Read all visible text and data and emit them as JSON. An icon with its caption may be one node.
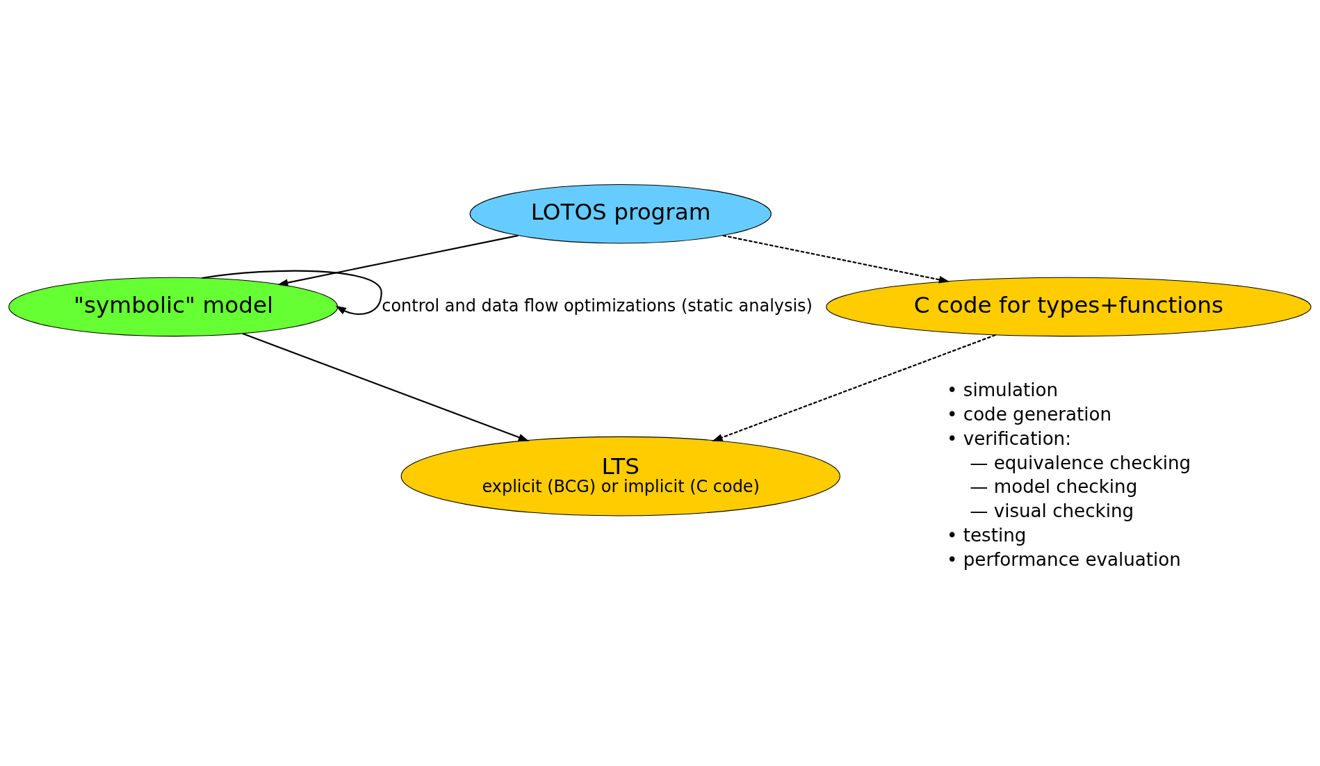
{
  "diagram": {
    "nodes": [
      {
        "text": [
          "LOTOS program"
        ]
      },
      {
        "text": [
          "\"symbolic\" model"
        ]
      },
      {
        "text": [
          "C code for types+functions"
        ]
      },
      {
        "text": [
          "LTS",
          "explicit (BCG) or implicit (C code)"
        ]
      }
    ],
    "edges": [
      {
        "from": 0,
        "to": 1,
        "arrow": "to"
      },
      {
        "from": 1,
        "to": 1,
        "arrow": "to",
        "label": "control and data flow optimizations (static analysis)"
      },
      {
        "from": 1,
        "to": 3,
        "arrow": "to"
      },
      {
        "from": 0,
        "to": 2,
        "arrow": "to",
        "style": "dashed"
      },
      {
        "from": 2,
        "to": 3,
        "arrow": "to",
        "style": "dashed"
      }
    ],
    "labels": [
      "• simulation",
      "• code generation",
      "• verification:",
      "— equivalence checking",
      "— model checking",
      "— visual checking",
      "• testing",
      "• performance evaluation"
    ]
  }
}
